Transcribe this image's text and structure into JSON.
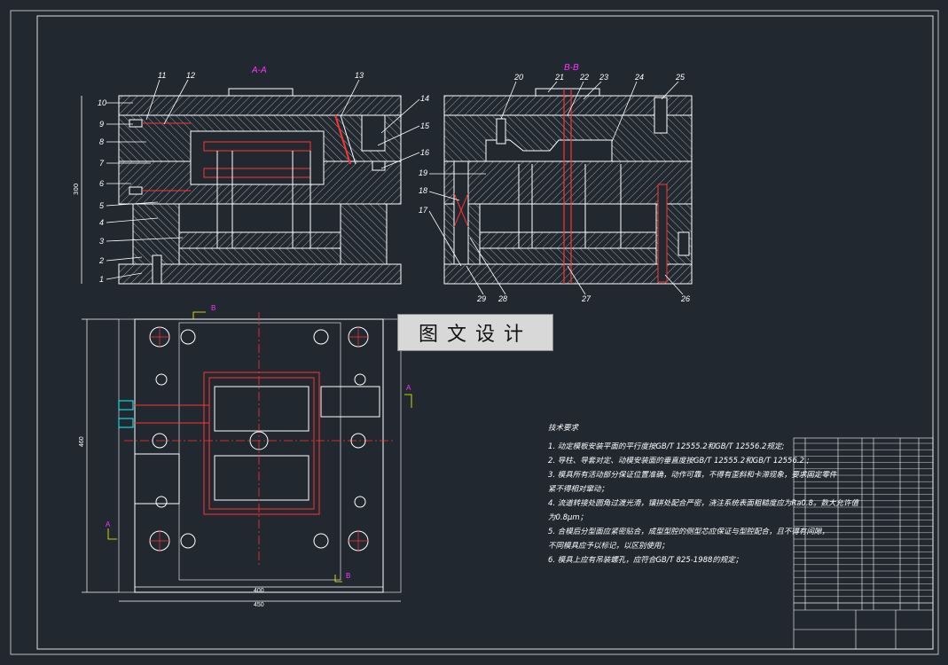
{
  "drawing": {
    "section_aa_label": "A-A",
    "section_bb_label": "B-B",
    "watermark": "图文设计",
    "dimension_width_inner": "400",
    "dimension_width_outer": "450",
    "dimension_height_plan": "460",
    "dimension_height_section": "300",
    "view_markers": [
      "A",
      "A",
      "B",
      "B"
    ]
  },
  "part_labels_left": [
    "1",
    "2",
    "3",
    "4",
    "5",
    "6",
    "7",
    "8",
    "9",
    "10",
    "11",
    "12",
    "13",
    "14",
    "15",
    "16"
  ],
  "part_labels_right": [
    "17",
    "18",
    "19",
    "20",
    "21",
    "22",
    "23",
    "24",
    "25",
    "26",
    "27",
    "28",
    "29"
  ],
  "notes": {
    "title": "技术要求",
    "items": [
      "1. 动定模板安装平面的平行度按GB/T 12555.2和GB/T 12556.2规定;",
      "2. 导柱、导套对定、动模安装面的垂直度按GB/T 12555.2和GB/T 12556.2 ;",
      "3. 模具所有活动部分保证位置准确，动作可靠，不得有歪斜和卡滞现象，要求固定零件",
      "   紧不得相对窜动；",
      "4. 流道转接处圆角过渡光滑，镶拼处配合严密，浇注系统表面粗糙度应为Ra0.8。数大允许值",
      "   为0.8μm；",
      "5. 合模后分型面应紧密贴合，成型型腔的侧型芯应保证与型腔配合，且不得有间隙，",
      "   不同模具应予以标记，以区别使用；",
      "6. 模具上应有吊装螺孔，应符合GB/T 825-1988的规定；"
    ]
  },
  "colors": {
    "background": "#212830",
    "lines": "#ffffff",
    "centerline": "#ff2222",
    "dimension": "#ffffff",
    "label": "#ff33ff",
    "yellow": "#ffff00",
    "cyan": "#00ffff"
  }
}
